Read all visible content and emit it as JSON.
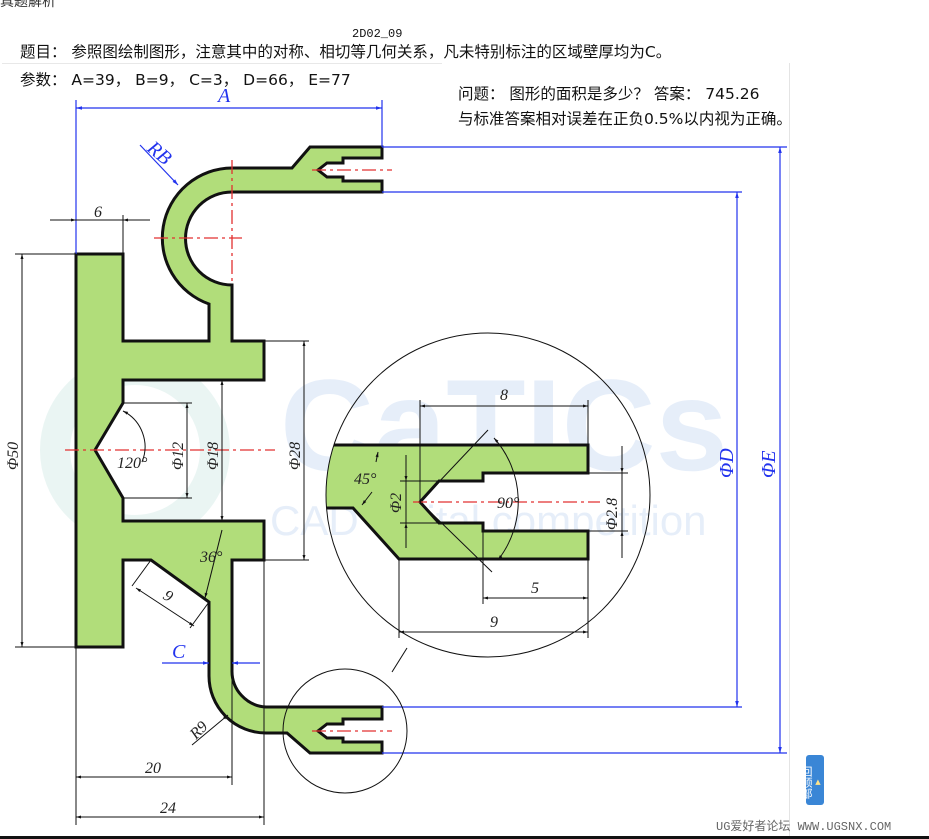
{
  "page": {
    "cut_title": "真题解析",
    "code": "2D02_09",
    "topic": "题目： 参照图绘制图形，注意其中的对称、相切等几何关系，凡未特别标注的区域壁厚均为C。",
    "params": "参数： A=39， B=9， C=3， D=66， E=77",
    "question": "问题： 图形的面积是多少？  答案： 745.26",
    "tolerance": "与标准答案相对误差在正负0.5%以内视为正确。",
    "back_to_top": "回顶部",
    "footer": "UG爱好者论坛 WWW.UGSNX.COM"
  },
  "drawing": {
    "watermark_main": "CaTICs",
    "watermark_sub": "CAD digital competition",
    "fill_color": "#b1dd7a",
    "dim_color": "#2233ee",
    "center_color": "#e23030",
    "labels": {
      "A": "A",
      "RB": "RB",
      "six": "6",
      "phi50": "Φ50",
      "phi12": "Φ12",
      "phi18": "Φ18",
      "phi28": "Φ28",
      "a120": "120°",
      "a36": "36°",
      "nine": "9",
      "C": "C",
      "R9": "R9",
      "twenty": "20",
      "twentyfour": "24",
      "phiD": "ΦD",
      "phiE": "ΦE",
      "d8": "8",
      "a45": "45°",
      "phi2": "Φ2",
      "a90": "90°",
      "phi28d": "Φ2.8",
      "d5": "5",
      "d9": "9"
    }
  }
}
